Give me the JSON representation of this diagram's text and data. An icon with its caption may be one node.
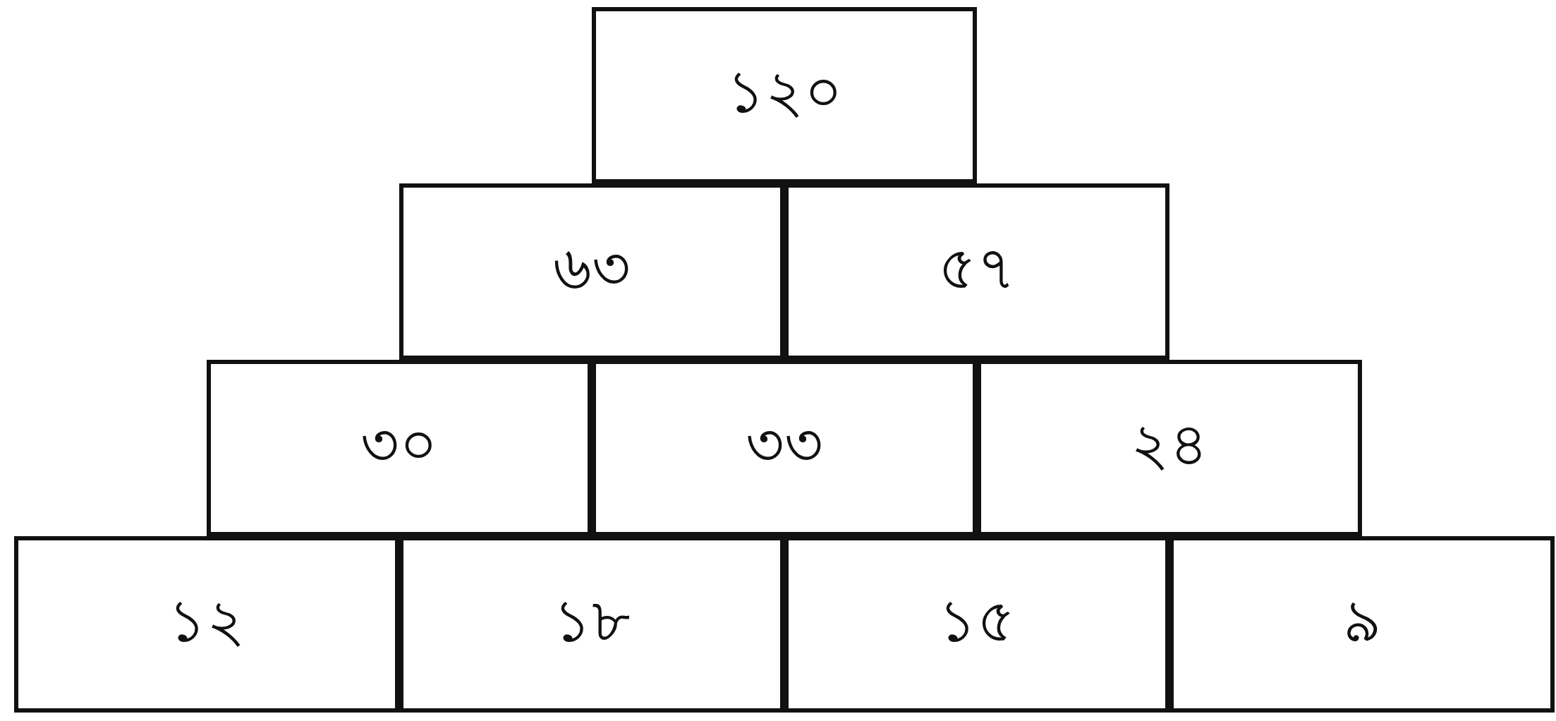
{
  "diagram": {
    "nodes": [
      {
        "text": [
          "১২০"
        ]
      },
      {
        "text": [
          "৬৩"
        ]
      },
      {
        "text": [
          "৫৭"
        ]
      },
      {
        "text": [
          "৩০"
        ]
      },
      {
        "text": [
          "৩৩"
        ]
      },
      {
        "text": [
          "২৪"
        ]
      },
      {
        "text": [
          "১২"
        ]
      },
      {
        "text": [
          "১৮"
        ]
      },
      {
        "text": [
          "১৫"
        ]
      },
      {
        "text": [
          "৯"
        ]
      }
    ]
  }
}
